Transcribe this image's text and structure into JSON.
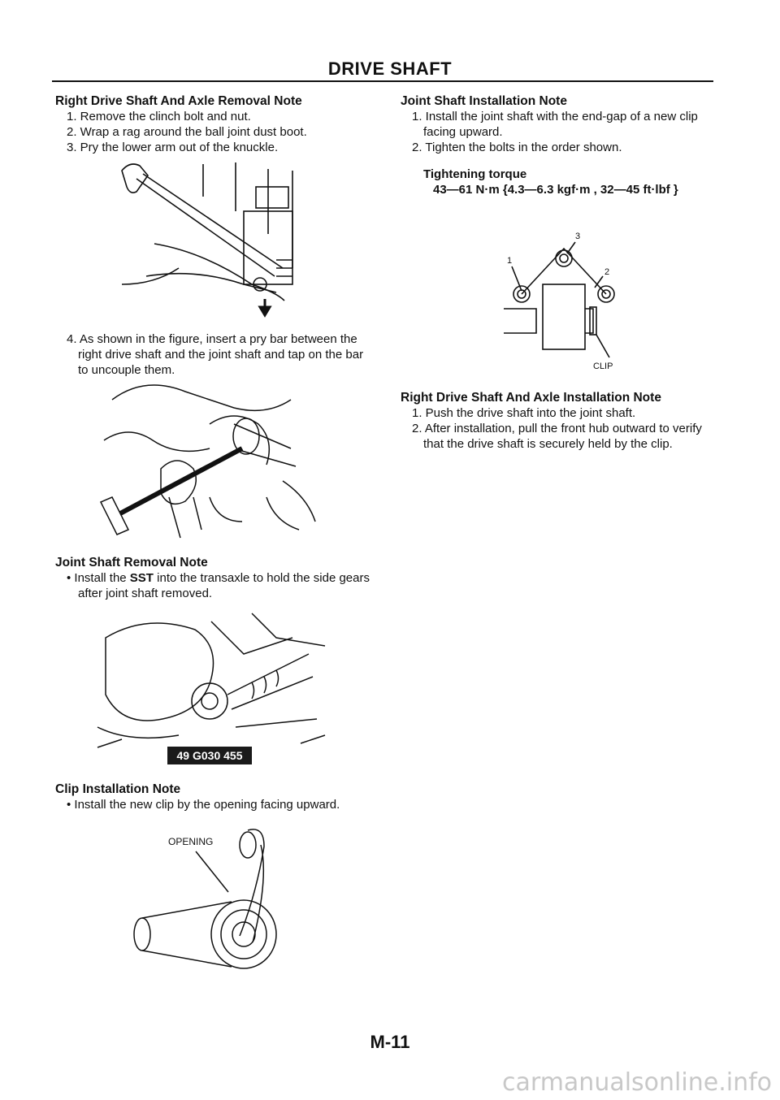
{
  "header": {
    "title": "DRIVE SHAFT"
  },
  "left": {
    "s1": {
      "heading": "Right Drive Shaft And Axle Removal Note",
      "steps": [
        "1. Remove the clinch bolt and nut.",
        "2. Wrap a rag around the ball joint dust boot.",
        "3. Pry the lower arm out of the knuckle."
      ],
      "step4": "4. As shown in the figure, insert a pry bar between the right drive shaft and the joint shaft and tap on the bar to uncouple them."
    },
    "s2": {
      "heading": "Joint Shaft Removal Note",
      "bullet_pre": "Install the ",
      "bullet_bold": "SST",
      "bullet_post": " into the transaxle to hold the side gears after joint shaft removed.",
      "tool_label": "49 G030 455"
    },
    "s3": {
      "heading": "Clip Installation Note",
      "bullet": "Install the new clip by the opening facing upward.",
      "fig_label": "OPENING"
    }
  },
  "right": {
    "s1": {
      "heading": "Joint Shaft Installation Note",
      "steps": [
        "1. Install the joint shaft with the end-gap of a new clip facing upward.",
        "2. Tighten the bolts in the order shown."
      ],
      "torque_label": "Tightening torque",
      "torque_value": "43—61 N·m {4.3—6.3 kgf·m , 32—45 ft·lbf }",
      "fig_labels": {
        "n1": "1",
        "n2": "2",
        "n3": "3",
        "clip": "CLIP"
      }
    },
    "s2": {
      "heading": "Right Drive Shaft And Axle Installation Note",
      "steps": [
        "1. Push the drive shaft into the joint shaft.",
        "2. After installation, pull the front hub outward to verify that the drive shaft is securely held by the clip."
      ]
    }
  },
  "footer": {
    "page_number": "M-11",
    "watermark": "carmanualsonline.info"
  }
}
